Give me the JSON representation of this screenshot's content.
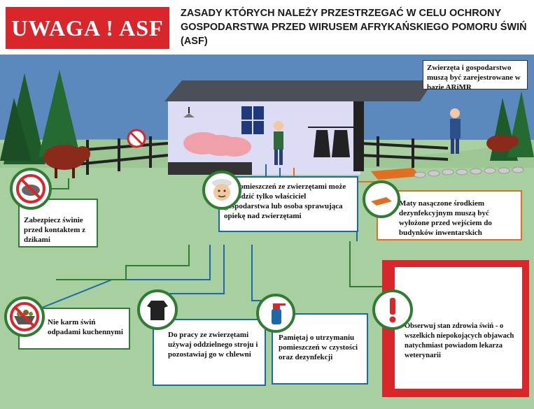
{
  "header": {
    "badge": "UWAGA ! ASF",
    "title": "ZASADY KTÓRYCH NALEŻY PRZESTRZEGAĆ W CELU OCHRONY GOSPODARSTWA PRZED WIRUSEM AFRYKAŃSKIEGO POMORU ŚWIŃ (ASF)"
  },
  "callouts": {
    "registration": "Zwierzęta i gospodarstwo muszą być zarejestrowane w bazie ARiMR",
    "wild_boar": "Zabezpiecz świnie przed kontaktem z dzikami",
    "access": "Do pomieszczeń ze zwierzętami może wchodzić tylko właściciel gospodarstwa lub osoba sprawująca opiekę nad zwierzętami",
    "mats": "Maty nasączone środkiem dezynfekcyjnym muszą być wyłożone przed wejściem do budynków inwentarskich",
    "feeding": "Nie karm świń odpadami kuchennymi",
    "clothing": "Do pracy ze zwierzętami używaj oddzielnego stroju i pozostawiaj go w chlewni",
    "cleanliness": "Pamiętaj o utrzymaniu pomieszczeń w czystości oraz dezynfekcji",
    "health": "Obserwuj stan zdrowia świń - o wszelkich niepokojących objawach natychmiast powiadom lekarza weterynarii"
  },
  "colors": {
    "red": "#d9262a",
    "green": "#2e7d32",
    "blue": "#1a6aa8",
    "orange": "#e07020",
    "sky": "#5b88bd",
    "grass": "#a8cfa0"
  },
  "icons": [
    "no-wild-boar-icon",
    "farmer-face-icon",
    "disinfection-mat-icon",
    "no-kitchen-waste-icon",
    "work-clothes-icon",
    "disinfectant-spray-icon",
    "warning-exclamation-icon",
    "no-entry-sign-icon"
  ]
}
